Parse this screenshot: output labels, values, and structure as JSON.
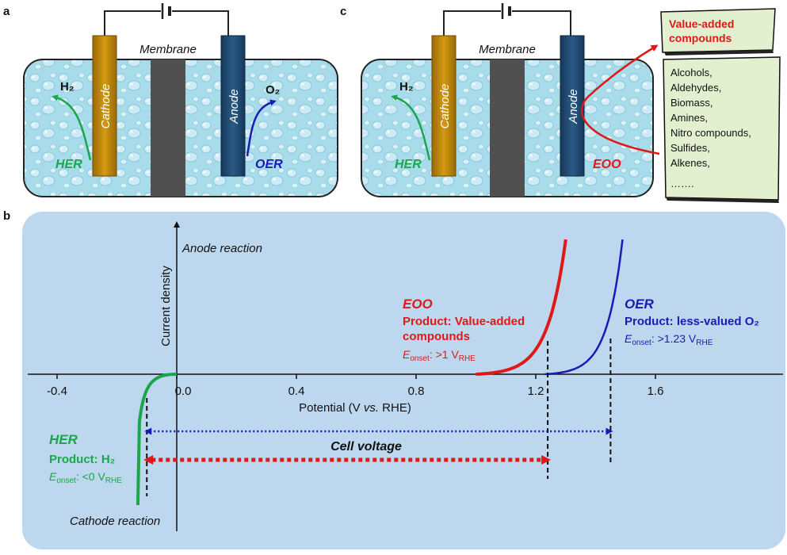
{
  "panels": {
    "a": {
      "letter": "a",
      "membrane": "Membrane",
      "cathode": "Cathode",
      "anode": "Anode",
      "h2": "H₂",
      "o2": "O₂",
      "her": "HER",
      "oer": "OER"
    },
    "c": {
      "letter": "c",
      "membrane": "Membrane",
      "cathode": "Cathode",
      "anode": "Anode",
      "h2": "H₂",
      "her": "HER",
      "eoo": "EOO",
      "value_box": [
        "Value-added",
        "compounds"
      ],
      "substrates": [
        "Alcohols,",
        "Aldehydes,",
        "Biomass,",
        "Amines,",
        "Nitro compounds,",
        "Sulfides,",
        "Alkenes,",
        "……."
      ]
    },
    "b": {
      "letter": "b",
      "anode_reaction": "Anode reaction",
      "cathode_reaction": "Cathode reaction",
      "ylabel": "Current density",
      "xlabel": "Potential (V vs. RHE)",
      "eoo": {
        "name": "EOO",
        "product": [
          "Product: Value-added",
          "compounds"
        ],
        "onset": ": >1 V"
      },
      "oer": {
        "name": "OER",
        "product": "Product: less-valued O₂",
        "onset": ": >1.23 V"
      },
      "her": {
        "name": "HER",
        "product": "Product: H₂",
        "onset": ": <0 V"
      },
      "onset_sym": "E",
      "onset_sub": "onset",
      "rhe_sub": "RHE",
      "cell_voltage": "Cell voltage"
    }
  },
  "chart_data": {
    "type": "line",
    "x_ticks": [
      -0.4,
      0.0,
      0.4,
      0.8,
      1.2,
      1.6
    ],
    "x_tick_labels": [
      "-0.4",
      "0.0",
      "0.4",
      "0.8",
      "1.2",
      "1.6"
    ],
    "xlim": [
      -0.46,
      2.0
    ],
    "curves": [
      {
        "key": "her",
        "onset": 0.0,
        "color": "#1aa64b",
        "direction": "cathodic",
        "foot": -0.1,
        "end": -0.13
      },
      {
        "key": "eoo",
        "onset": 1.0,
        "color": "#e01818",
        "direction": "anodic",
        "end": 1.3
      },
      {
        "key": "oer",
        "onset": 1.23,
        "color": "#1a1ab8",
        "direction": "anodic",
        "end": 1.49
      }
    ],
    "markers": [
      -0.1,
      1.24,
      1.45
    ],
    "colors": {
      "her": "#1aa64b",
      "eoo": "#e01818",
      "oer": "#1a1ab8",
      "background": "#bdd7ee"
    }
  }
}
